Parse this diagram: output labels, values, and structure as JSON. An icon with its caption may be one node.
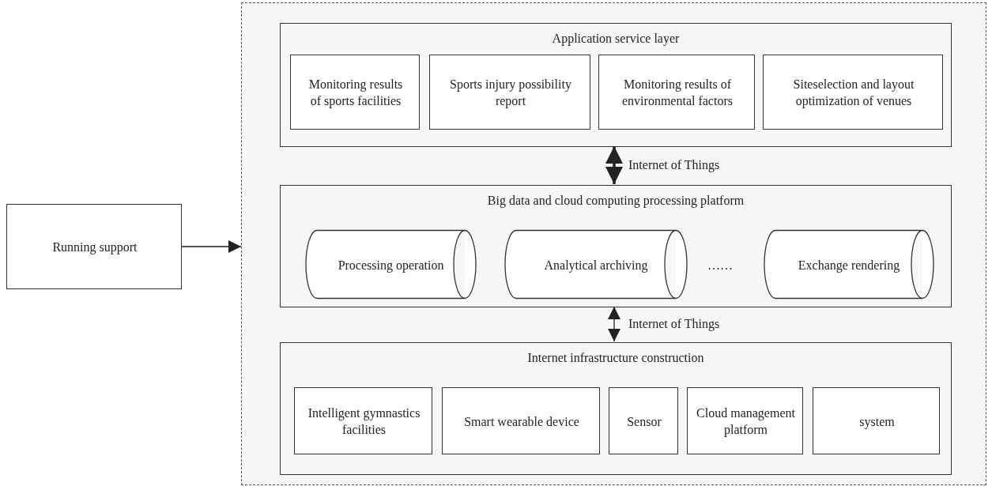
{
  "diagram": {
    "nodes": [
      {
        "text": [
          "Running support"
        ]
      },
      {
        "text": [],
        "shape": "box"
      },
      {
        "text": [
          "Application service layer"
        ],
        "in": 1
      },
      {
        "text": [
          "Monitoring results of sports facilities"
        ],
        "in": 2
      },
      {
        "text": [
          "Sports injury possibility report"
        ],
        "in": 2
      },
      {
        "text": [
          "Monitoring results of environmental factors"
        ],
        "in": 2
      },
      {
        "text": [
          "Siteselection and layout optimization of venues"
        ],
        "in": 2
      },
      {
        "text": [
          "Big data and cloud computing processing platform"
        ],
        "in": 1
      },
      {
        "text": [
          "Processing operation"
        ],
        "in": 7
      },
      {
        "text": [
          "Analytical archiving"
        ],
        "in": 7
      },
      {
        "text": [
          "Exchange rendering"
        ],
        "in": 7
      },
      {
        "text": [
          "Internet infrastructure construction"
        ],
        "in": 1
      },
      {
        "text": [
          "Intelligent gymnastics facilities"
        ],
        "in": 11
      },
      {
        "text": [
          "Smart wearable device"
        ],
        "in": 11
      },
      {
        "text": [
          "Sensor"
        ],
        "in": 11
      },
      {
        "text": [
          "Cloud management platform"
        ],
        "in": 11
      },
      {
        "text": [
          "system"
        ],
        "in": 11
      }
    ],
    "edges": [
      {
        "from": 0,
        "to": 1,
        "arrow": "to"
      },
      {
        "from": 2,
        "to": 7,
        "arrow": "both",
        "label": "Internet of Things",
        "style": "thick"
      },
      {
        "from": 7,
        "to": 11,
        "arrow": "both",
        "label": "Internet of Things"
      }
    ],
    "labels": [
      "……"
    ]
  }
}
